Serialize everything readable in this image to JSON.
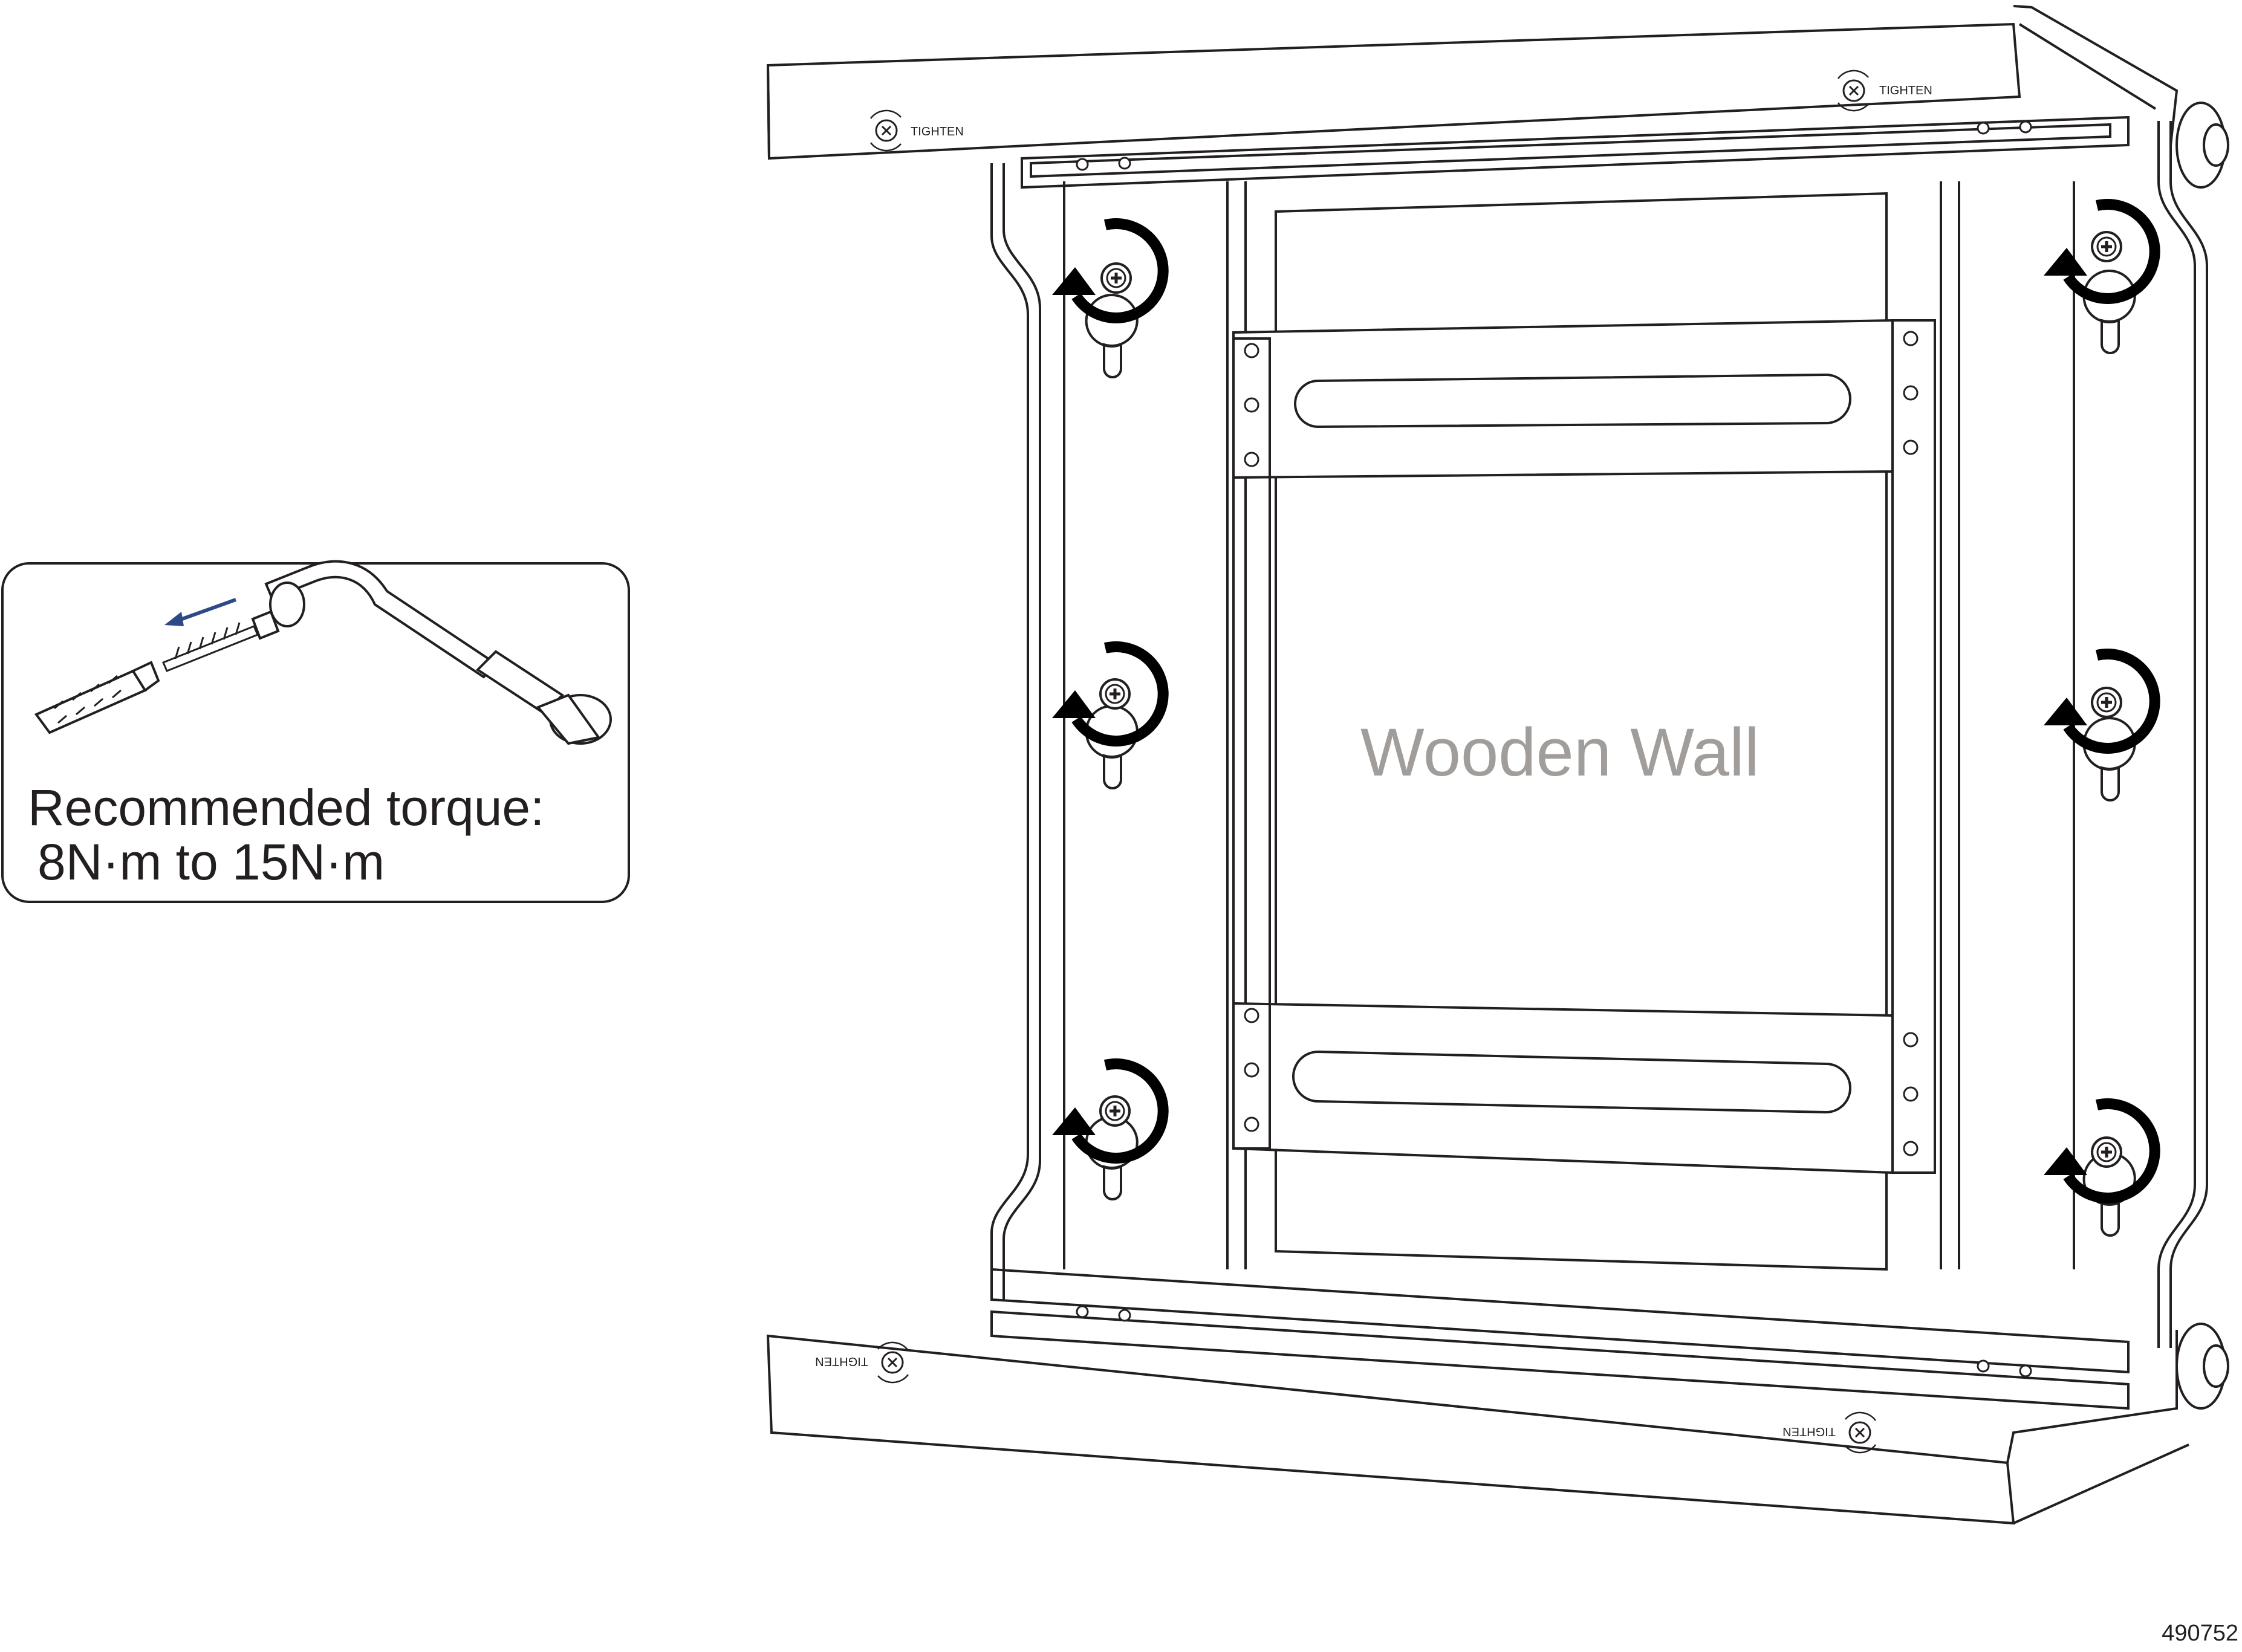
{
  "callout": {
    "heading": "Recommended torque:",
    "value": "8N·m to 15N·m"
  },
  "wall_label": "Wooden Wall",
  "tighten_label": "TIGHTEN",
  "part_number": "490752",
  "colors": {
    "line": "#231f20",
    "wall_text": "#a19d9b",
    "arrow_accent": "#2e4a86"
  },
  "icons": {
    "rotation_arrow": "clockwise-arrow-icon",
    "screw": "phillips-screw-icon",
    "wrench": "socket-wrench-icon"
  }
}
